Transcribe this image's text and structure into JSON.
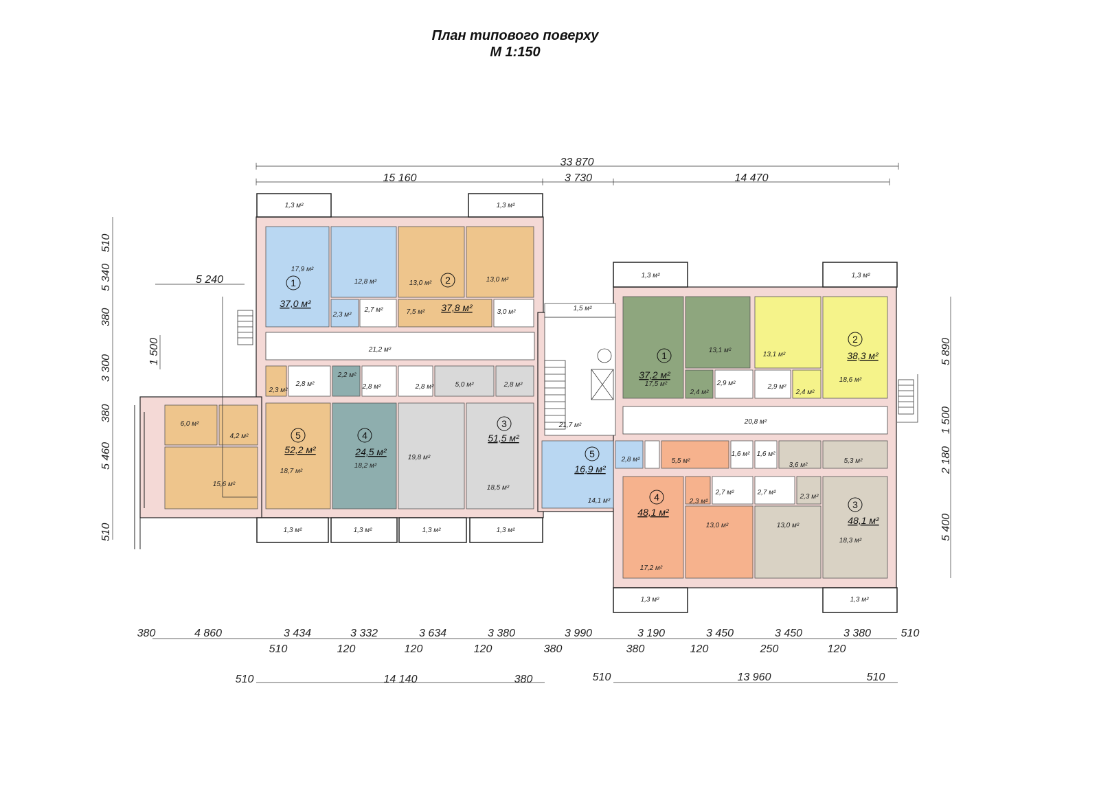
{
  "title": {
    "line1": "План типового поверху",
    "line2": "М 1:150"
  },
  "colors": {
    "wall": "#f4d9d6",
    "wall_stroke": "#222",
    "blue": "#b9d7f2",
    "orange": "#eec58c",
    "teal": "#8eaeae",
    "grey": "#d9d9d9",
    "green": "#8ea67e",
    "yellow": "#f5f38a",
    "salmon": "#f6b28d",
    "beige": "#d9d2c4",
    "corridor": "#ffffff"
  },
  "dims": {
    "top_total": "33 870",
    "top_parts": [
      "15 160",
      "3 730",
      "14 470"
    ],
    "bottom_row1": [
      "380",
      "4 860",
      "3 434",
      "3 332",
      "3 634",
      "3 380",
      "3 990",
      "3 190",
      "3 450",
      "3 450",
      "3 380",
      "510"
    ],
    "bottom_row1b": [
      "510",
      "120",
      "120",
      "120",
      "380",
      "380",
      "120",
      "250",
      "120"
    ],
    "bottom_row2_left": [
      "510",
      "14 140",
      "380"
    ],
    "bottom_row2_right": [
      "510",
      "13 960",
      "510"
    ],
    "left": [
      "510",
      "5 340",
      "380",
      "3 300",
      "380",
      "5 460",
      "510"
    ],
    "left_inner": "1 500",
    "left_top": "5 240",
    "right": [
      "5 890",
      "1 500",
      "2 180",
      "5 400"
    ]
  },
  "apartments": [
    {
      "num": "1",
      "area": "37,0 м²"
    },
    {
      "num": "2",
      "area": "37,8 м²"
    },
    {
      "num": "3",
      "area": "51,5 м²"
    },
    {
      "num": "4",
      "area": "24,5 м²"
    },
    {
      "num": "5",
      "area": "52,2 м²"
    },
    {
      "num": "1",
      "area": "37,2 м²"
    },
    {
      "num": "2",
      "area": "38,3 м²"
    },
    {
      "num": "3",
      "area": "48,1 м²"
    },
    {
      "num": "4",
      "area": "48,1 м²"
    },
    {
      "num": "5",
      "area": "16,9 м²"
    }
  ],
  "rooms": [
    "1,3 м²",
    "1,3 м²",
    "17,9 м²",
    "12,8 м²",
    "13,0 м²",
    "13,0 м²",
    "2,3 м²",
    "2,7 м²",
    "7,5 м²",
    "3,0 м²",
    "21,2 м²",
    "2,3 м²",
    "2,8 м²",
    "2,2 м²",
    "2,8 м²",
    "2,8 м²",
    "5,0 м²",
    "2,8 м²",
    "6,0 м²",
    "4,2 м²",
    "15,6 м²",
    "18,7 м²",
    "18,2 м²",
    "19,8 м²",
    "18,5 м²",
    "1,3 м²",
    "1,3 м²",
    "1,3 м²",
    "1,3 м²",
    "1,5 м²",
    "21,7 м²",
    "14,1 м²",
    "2,8 м²",
    "1,3 м²",
    "1,3 м²",
    "13,1 м²",
    "13,1 м²",
    "17,5 м²",
    "2,4 м²",
    "2,9 м²",
    "2,9 м²",
    "2,4 м²",
    "18,6 м²",
    "20,8 м²",
    "5,5 м²",
    "1,6 м²",
    "1,6 м²",
    "3,6 м²",
    "5,3 м²",
    "2,3 м²",
    "2,7 м²",
    "2,7 м²",
    "2,3 м²",
    "13,0 м²",
    "13,0 м²",
    "17,2 м²",
    "18,3 м²",
    "1,3 м²",
    "1,3 м²"
  ]
}
